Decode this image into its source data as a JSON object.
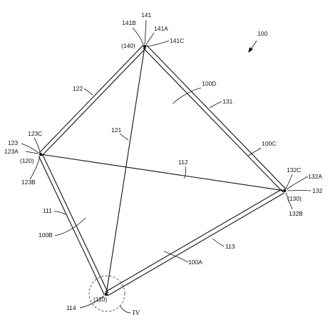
{
  "figure": {
    "ref_number": "100",
    "detail_view_label": "IV"
  },
  "nodes": [
    {
      "id": "110",
      "label": "(110)",
      "ref": "114"
    },
    {
      "id": "120",
      "label": "(120)",
      "refs": [
        "123",
        "123A",
        "123B",
        "123C"
      ]
    },
    {
      "id": "130",
      "label": "(130)",
      "refs": [
        "132",
        "132A",
        "132B",
        "132C"
      ]
    },
    {
      "id": "140",
      "label": "(140)",
      "refs": [
        "141",
        "141A",
        "141B",
        "141C"
      ]
    }
  ],
  "edges": [
    {
      "ref": "111",
      "from": "110",
      "to": "120",
      "style": "double"
    },
    {
      "ref": "113",
      "from": "110",
      "to": "130",
      "style": "double"
    },
    {
      "ref": "122",
      "from": "120",
      "to": "140",
      "style": "double"
    },
    {
      "ref": "131",
      "from": "130",
      "to": "140",
      "style": "double"
    },
    {
      "ref": "112",
      "from": "120",
      "to": "130",
      "style": "single"
    },
    {
      "ref": "121",
      "from": "110",
      "to": "140",
      "style": "single"
    }
  ],
  "faces": [
    "100A",
    "100B",
    "100C",
    "100D"
  ]
}
